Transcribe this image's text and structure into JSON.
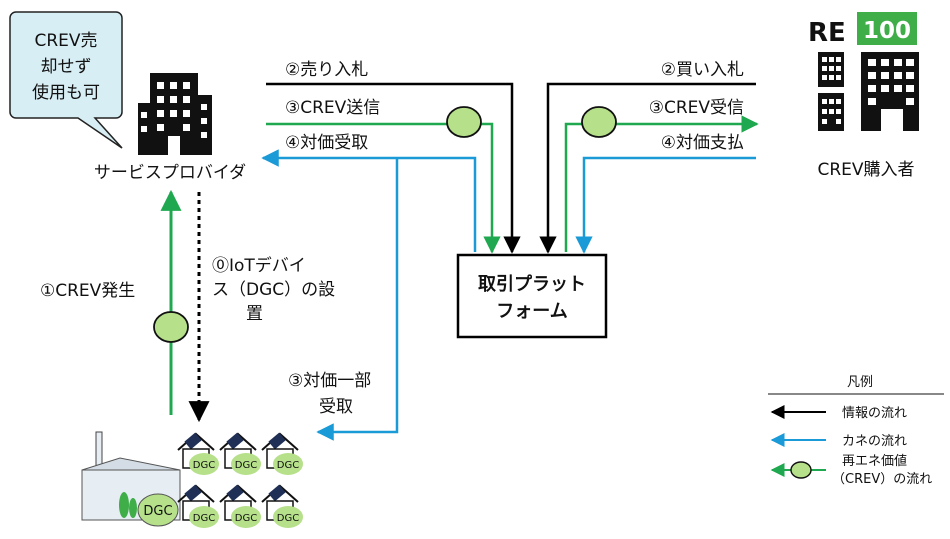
{
  "bubble": {
    "lines": [
      "CREV売",
      "却せず",
      "使用も可"
    ]
  },
  "provider": {
    "label": "サービスプロバイダ"
  },
  "buyer": {
    "label": "CREV購入者",
    "re_text": "RE",
    "re_number": "100"
  },
  "platform": {
    "lines": [
      "取引プラット",
      "フォーム"
    ]
  },
  "left_flows": {
    "sell_bid": "②売り入札",
    "crev_send": "③CREV送信",
    "receive_payment": "④対価受取"
  },
  "right_flows": {
    "buy_bid": "②買い入札",
    "crev_receive": "③CREV受信",
    "pay": "④対価支払"
  },
  "vertical": {
    "crev_generation": "①CREV発生",
    "iot_install": [
      "⓪IoTデバイ",
      "ス（DGC）の設",
      "置"
    ],
    "partial_payment": [
      "③対価一部",
      "受取"
    ]
  },
  "dgc_label": "DGC",
  "legend": {
    "title": "凡例",
    "info_flow": "情報の流れ",
    "money_flow": "カネの流れ",
    "value_flow": [
      "再エネ価値",
      "（CREV）の流れ"
    ]
  },
  "colors": {
    "info": "#000000",
    "money": "#1a9ad6",
    "value": "#1fa84f",
    "crev_fill": "#b6e08a",
    "re_green": "#3fae49",
    "bubble_fill": "#d8eef5"
  }
}
